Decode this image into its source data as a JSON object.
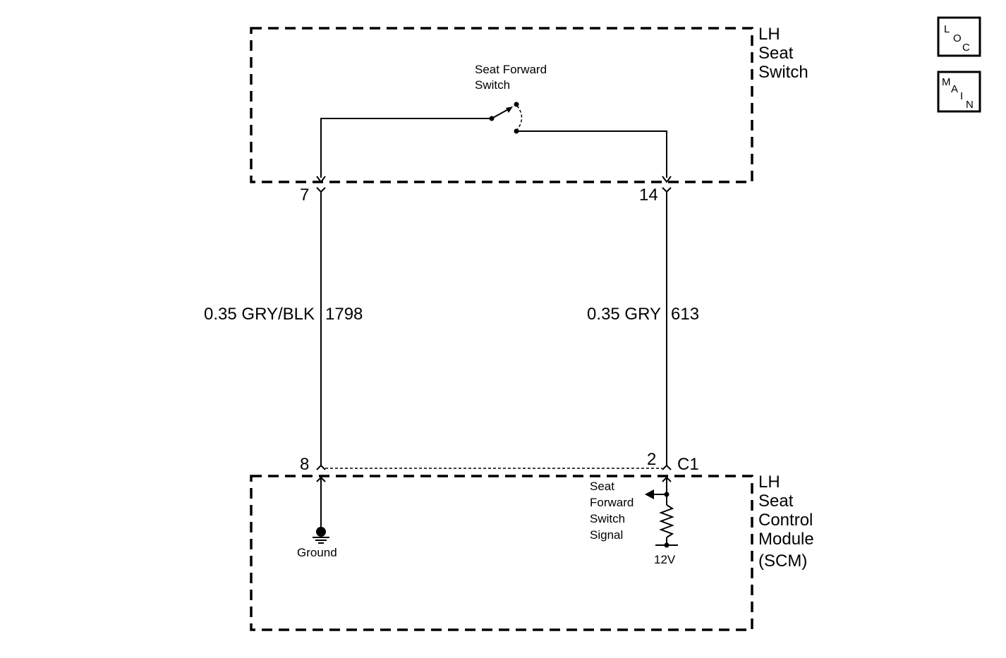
{
  "switch_module": {
    "title_lines": [
      "LH",
      "Seat",
      "Switch"
    ],
    "switch_label_lines": [
      "Seat Forward",
      "Switch"
    ],
    "pin_left": "7",
    "pin_right": "14"
  },
  "wires": {
    "left_label": "0.35 GRY/BLK",
    "left_circuit": "1798",
    "right_label": "0.35 GRY",
    "right_circuit": "613"
  },
  "control_module": {
    "title_lines": [
      "LH",
      "Seat",
      "Control",
      "Module",
      "(SCM)"
    ],
    "pin_left": "8",
    "pin_right": "2",
    "connector": "C1",
    "ground_label": "Ground",
    "signal_label_lines": [
      "Seat",
      "Forward",
      "Switch",
      "Signal"
    ],
    "voltage_label": "12V"
  },
  "icons": {
    "loc": [
      "L",
      "O",
      "C"
    ],
    "main": [
      "M",
      "A",
      "I",
      "N"
    ]
  }
}
